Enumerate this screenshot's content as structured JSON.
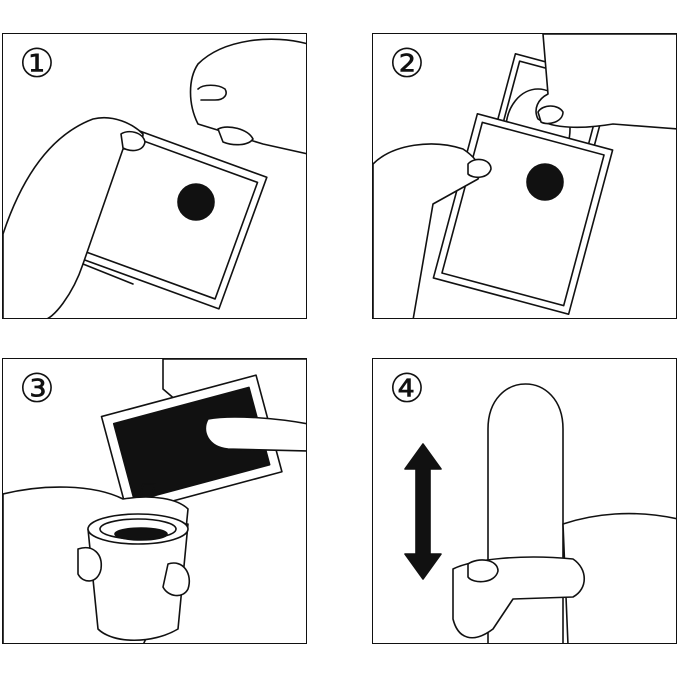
{
  "steps": [
    {
      "number": "①"
    },
    {
      "number": "②"
    },
    {
      "number": "③"
    },
    {
      "number": "④"
    }
  ]
}
